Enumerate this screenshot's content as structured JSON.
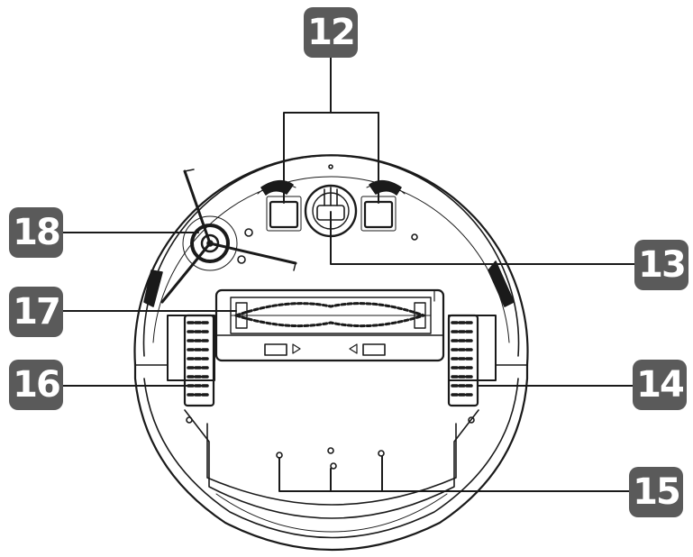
{
  "colors": {
    "badge": "#5a5a5a",
    "line": "#1a1a1a",
    "background": "#ffffff"
  },
  "callouts": [
    {
      "id": "12",
      "label": "12"
    },
    {
      "id": "13",
      "label": "13"
    },
    {
      "id": "14",
      "label": "14"
    },
    {
      "id": "15",
      "label": "15"
    },
    {
      "id": "16",
      "label": "16"
    },
    {
      "id": "17",
      "label": "17"
    },
    {
      "id": "18",
      "label": "18"
    }
  ]
}
